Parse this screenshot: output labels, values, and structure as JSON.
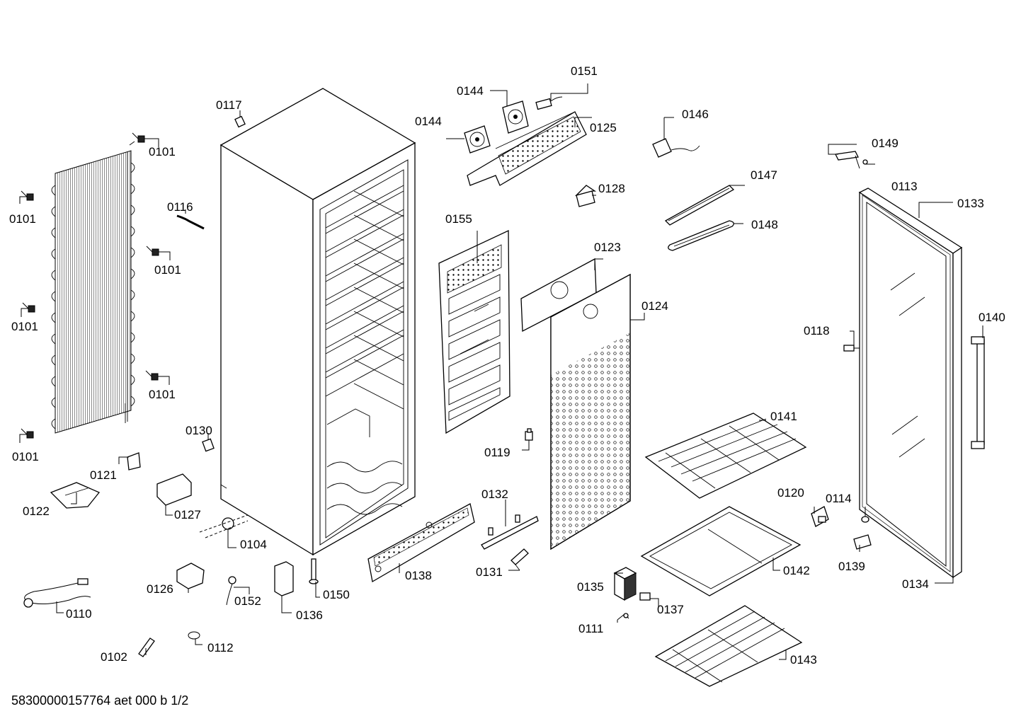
{
  "footer": {
    "drawing_code": "58300000157764 aet 000 b 1/2"
  },
  "parts": [
    {
      "label": "0101"
    },
    {
      "label": "0101"
    },
    {
      "label": "0101"
    },
    {
      "label": "0101"
    },
    {
      "label": "0101"
    },
    {
      "label": "0101"
    },
    {
      "label": "0102"
    },
    {
      "label": "0104"
    },
    {
      "label": "0110"
    },
    {
      "label": "0111"
    },
    {
      "label": "0112"
    },
    {
      "label": "0113"
    },
    {
      "label": "0114"
    },
    {
      "label": "0116"
    },
    {
      "label": "0117"
    },
    {
      "label": "0118"
    },
    {
      "label": "0119"
    },
    {
      "label": "0120"
    },
    {
      "label": "0121"
    },
    {
      "label": "0122"
    },
    {
      "label": "0123"
    },
    {
      "label": "0124"
    },
    {
      "label": "0125"
    },
    {
      "label": "0126"
    },
    {
      "label": "0127"
    },
    {
      "label": "0128"
    },
    {
      "label": "0130"
    },
    {
      "label": "0131"
    },
    {
      "label": "0132"
    },
    {
      "label": "0133"
    },
    {
      "label": "0134"
    },
    {
      "label": "0135"
    },
    {
      "label": "0136"
    },
    {
      "label": "0137"
    },
    {
      "label": "0138"
    },
    {
      "label": "0139"
    },
    {
      "label": "0140"
    },
    {
      "label": "0141"
    },
    {
      "label": "0142"
    },
    {
      "label": "0143"
    },
    {
      "label": "0144"
    },
    {
      "label": "0144"
    },
    {
      "label": "0146"
    },
    {
      "label": "0147"
    },
    {
      "label": "0148"
    },
    {
      "label": "0149"
    },
    {
      "label": "0150"
    },
    {
      "label": "0151"
    },
    {
      "label": "0152"
    },
    {
      "label": "0155"
    }
  ]
}
